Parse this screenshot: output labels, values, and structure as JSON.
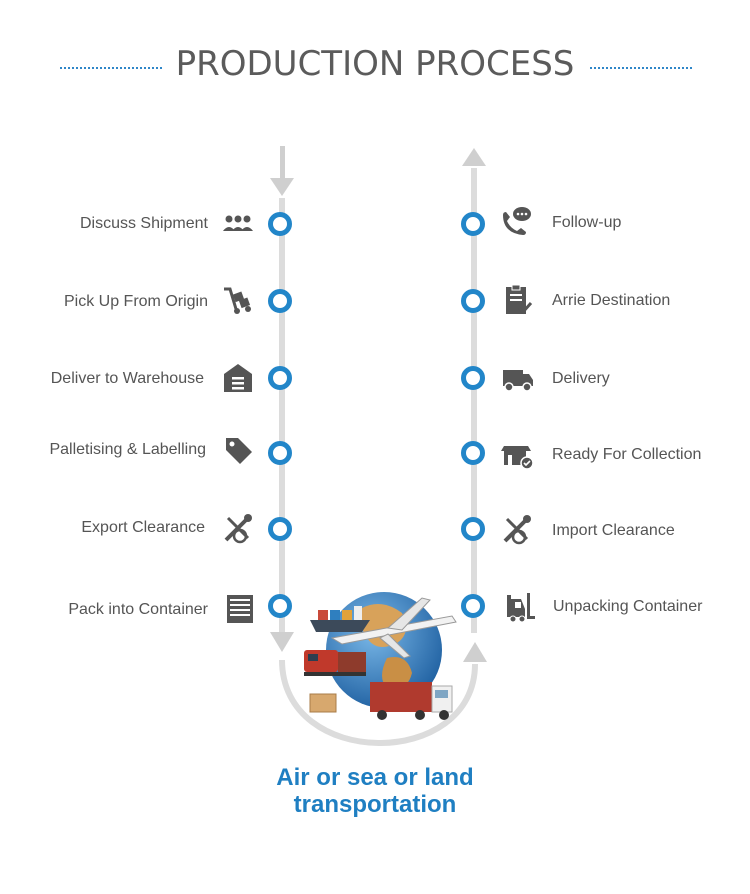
{
  "title": "PRODUCTION PROCESS",
  "left_steps": [
    {
      "label": "Discuss Shipment",
      "icon": "people-icon"
    },
    {
      "label": "Pick Up From Origin",
      "icon": "hand-truck-icon"
    },
    {
      "label": "Deliver to Warehouse",
      "icon": "warehouse-icon"
    },
    {
      "label": "Palletising & Labelling",
      "icon": "tag-icon"
    },
    {
      "label": "Export Clearance",
      "icon": "customs-tools-icon"
    },
    {
      "label": "Pack into Container",
      "icon": "container-icon"
    }
  ],
  "right_steps": [
    {
      "label": "Follow-up",
      "icon": "phone-chat-icon"
    },
    {
      "label": "Arrie Destination",
      "icon": "checklist-icon"
    },
    {
      "label": "Delivery",
      "icon": "delivery-truck-icon"
    },
    {
      "label": "Ready For Collection",
      "icon": "store-check-icon"
    },
    {
      "label": "Import Clearance",
      "icon": "customs-tools-icon"
    },
    {
      "label": "Unpacking Container",
      "icon": "forklift-icon"
    }
  ],
  "transport_caption": {
    "line1": "Air or sea or land",
    "line2": "transportation"
  },
  "colors": {
    "accent": "#2286c9",
    "caption": "#1f7fc2",
    "title": "#5b5b5b",
    "track": "#dcdcdc",
    "icon": "#555555"
  }
}
